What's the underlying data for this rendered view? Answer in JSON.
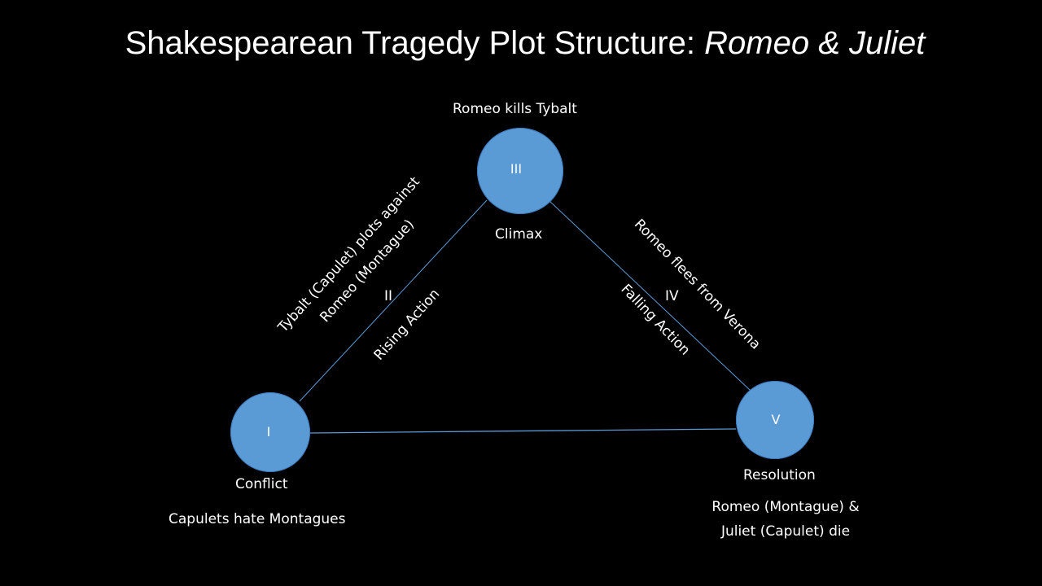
{
  "slide": {
    "title_plain": "Shakespearean Tragedy Plot Structure: ",
    "title_italic": "Romeo & Juliet"
  },
  "colors": {
    "background": "#000000",
    "node_fill": "#5B9BD5",
    "node_stroke": "#3D7CC0",
    "line": "#5B9BD5",
    "text": "#FFFFFF"
  },
  "nodes": {
    "act1": "I",
    "act3": "III",
    "act5": "V"
  },
  "labels": {
    "act2_numeral": "II",
    "act4_numeral": "IV",
    "conflict": "Conflict",
    "conflict_detail": "Capulets hate Montagues",
    "climax": "Climax",
    "climax_detail": "Romeo kills Tybalt",
    "rising_action": "Rising Action",
    "rising_detail_line1": "Tybalt (Capulet) plots against",
    "rising_detail_line2": "Romeo (Montague)",
    "falling_action": "Falling Action",
    "falling_detail": "Romeo flees from Verona",
    "resolution": "Resolution",
    "resolution_detail_line1": "Romeo (Montague) &",
    "resolution_detail_line2": "Juliet (Capulet) die"
  }
}
